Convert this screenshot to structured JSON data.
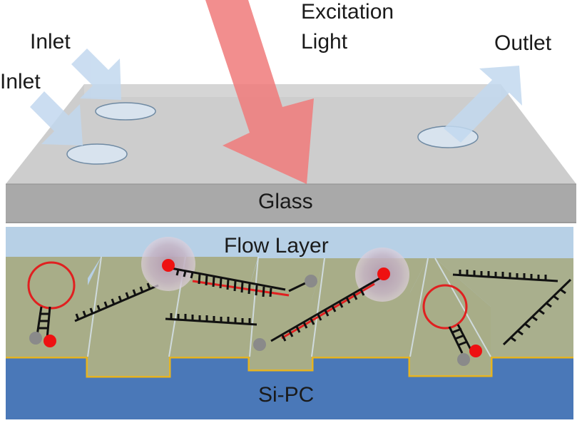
{
  "labels": {
    "inlet_1": "Inlet",
    "inlet_2": "Inlet",
    "excitation_line1": "Excitation",
    "excitation_line2": "Light",
    "outlet": "Outlet",
    "glass": "Glass",
    "flow_layer": "Flow Layer",
    "si_pc": "Si-PC"
  },
  "colors": {
    "glass_top": "#c9c9c9",
    "glass_front": "#a9a9a9",
    "flow_layer": "#b7d0e6",
    "si_pc": "#4a78b8",
    "gold_film": "#e6b422",
    "pattern_tiles": "#a8ad88",
    "excitation_arrow": "#f07a7a",
    "flow_arrows": "#c2d8ef",
    "probe_loop": "#e02020",
    "fluorophore": "#ee1111",
    "quencher": "#8a8a8a",
    "dna_strand": "#111111"
  }
}
